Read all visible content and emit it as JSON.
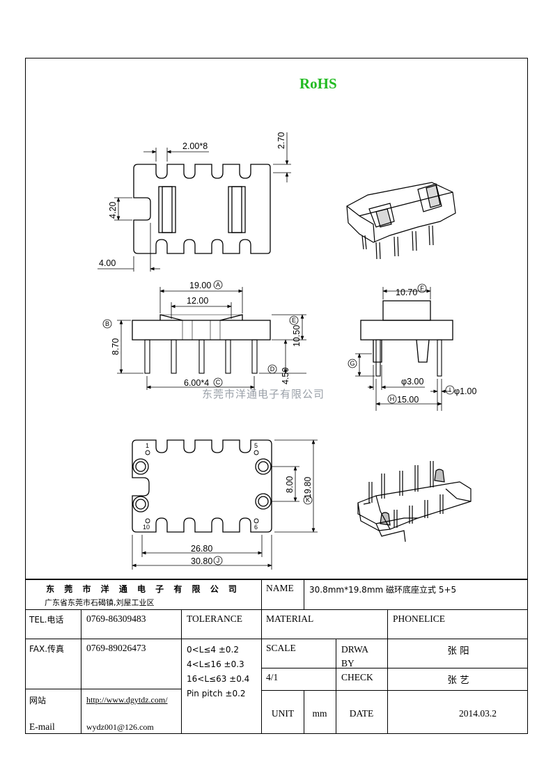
{
  "header": {
    "rohs": "RoHS"
  },
  "watermark": "东莞市洋通电子有限公司",
  "dimensions": {
    "top_pitch": "2.00*8",
    "top_h": "2.70",
    "top_slot": "4.20",
    "top_left": "4.00",
    "front_w": "19.00",
    "front_inner": "12.00",
    "front_h": "8.70",
    "front_total": "10.50",
    "pin_len": "4.50",
    "pin_pitch": "6.00*4",
    "side_w": "10.70",
    "side_pin_d": "φ3.00",
    "side_pin_dia": "φ1.00",
    "side_span": "15.00",
    "bottom_w": "26.80",
    "bottom_total": "30.80",
    "bottom_pad": "8.00",
    "bottom_h": "19.80"
  },
  "markers": {
    "a": "A",
    "b": "B",
    "c": "C",
    "d": "D",
    "e": "E",
    "f": "F",
    "g": "G",
    "h": "H",
    "i": "I",
    "j": "J",
    "k": "K"
  },
  "pins": {
    "p1": "1",
    "p5": "5",
    "p10": "10",
    "p6": "6"
  },
  "title_block": {
    "company": "东 莞 市 洋 通 电 子 有 限 公 司",
    "address": "广东省东莞市石碣镇,刘屋工业区",
    "name_label": "NAME",
    "name_value": "30.8mm*19.8mm 磁环底座立式 5+5",
    "tel_label": "TEL.电话",
    "tel_value": "0769-86309483",
    "tolerance_label": "TOLERANCE",
    "material_label": "MATERIAL",
    "phonelice_label": "PHONELICE",
    "fax_label": "FAX.传真",
    "fax_value": "0769-89026473",
    "tol1": "0<L≤4  ±0.2",
    "tol2": "4<L≤16 ±0.3",
    "tol3": "16<L≤63 ±0.4",
    "tol4": "Pin pitch ±0.2",
    "scale_label": "SCALE",
    "drawby_label": "DRWA BY",
    "drawby_value": "张 阳",
    "scale_value": "4/1",
    "check_label": "CHECK",
    "check_value": "张 艺",
    "web_label": "网站",
    "web_value": "http://www.dgytdz.com/",
    "email_label": "E-mail",
    "email_value": "wydz001@126.com",
    "unit_label": "UNIT",
    "unit_value": "mm",
    "date_label": "DATE",
    "date_value": "2014.03.2"
  }
}
